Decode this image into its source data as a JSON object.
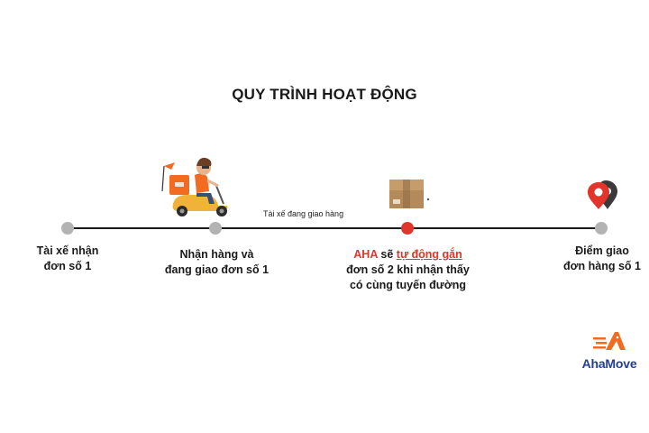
{
  "title": "QUY TRÌNH HOẠT ĐỘNG",
  "timeline": {
    "mid_label": "Tài xế đang giao hàng",
    "steps": [
      {
        "line1": "Tài xế nhận",
        "line2": "đơn số 1"
      },
      {
        "line1": "Nhận hàng và",
        "line2": "đang giao đơn số 1"
      },
      {
        "brand": "AHA",
        "verb": "sẽ",
        "action": "tự động gắn",
        "line2": "đơn số 2 khi nhận thấy",
        "line3": "có cùng tuyến đường"
      },
      {
        "line1": "Điểm giao",
        "line2": "đơn hàng số 1"
      }
    ]
  },
  "logo": {
    "text": "AhaMove"
  },
  "colors": {
    "accent": "#e2342b",
    "brand_orange": "#f26b21",
    "brand_blue": "#24408e",
    "dot_gray": "#b3b3b3"
  }
}
